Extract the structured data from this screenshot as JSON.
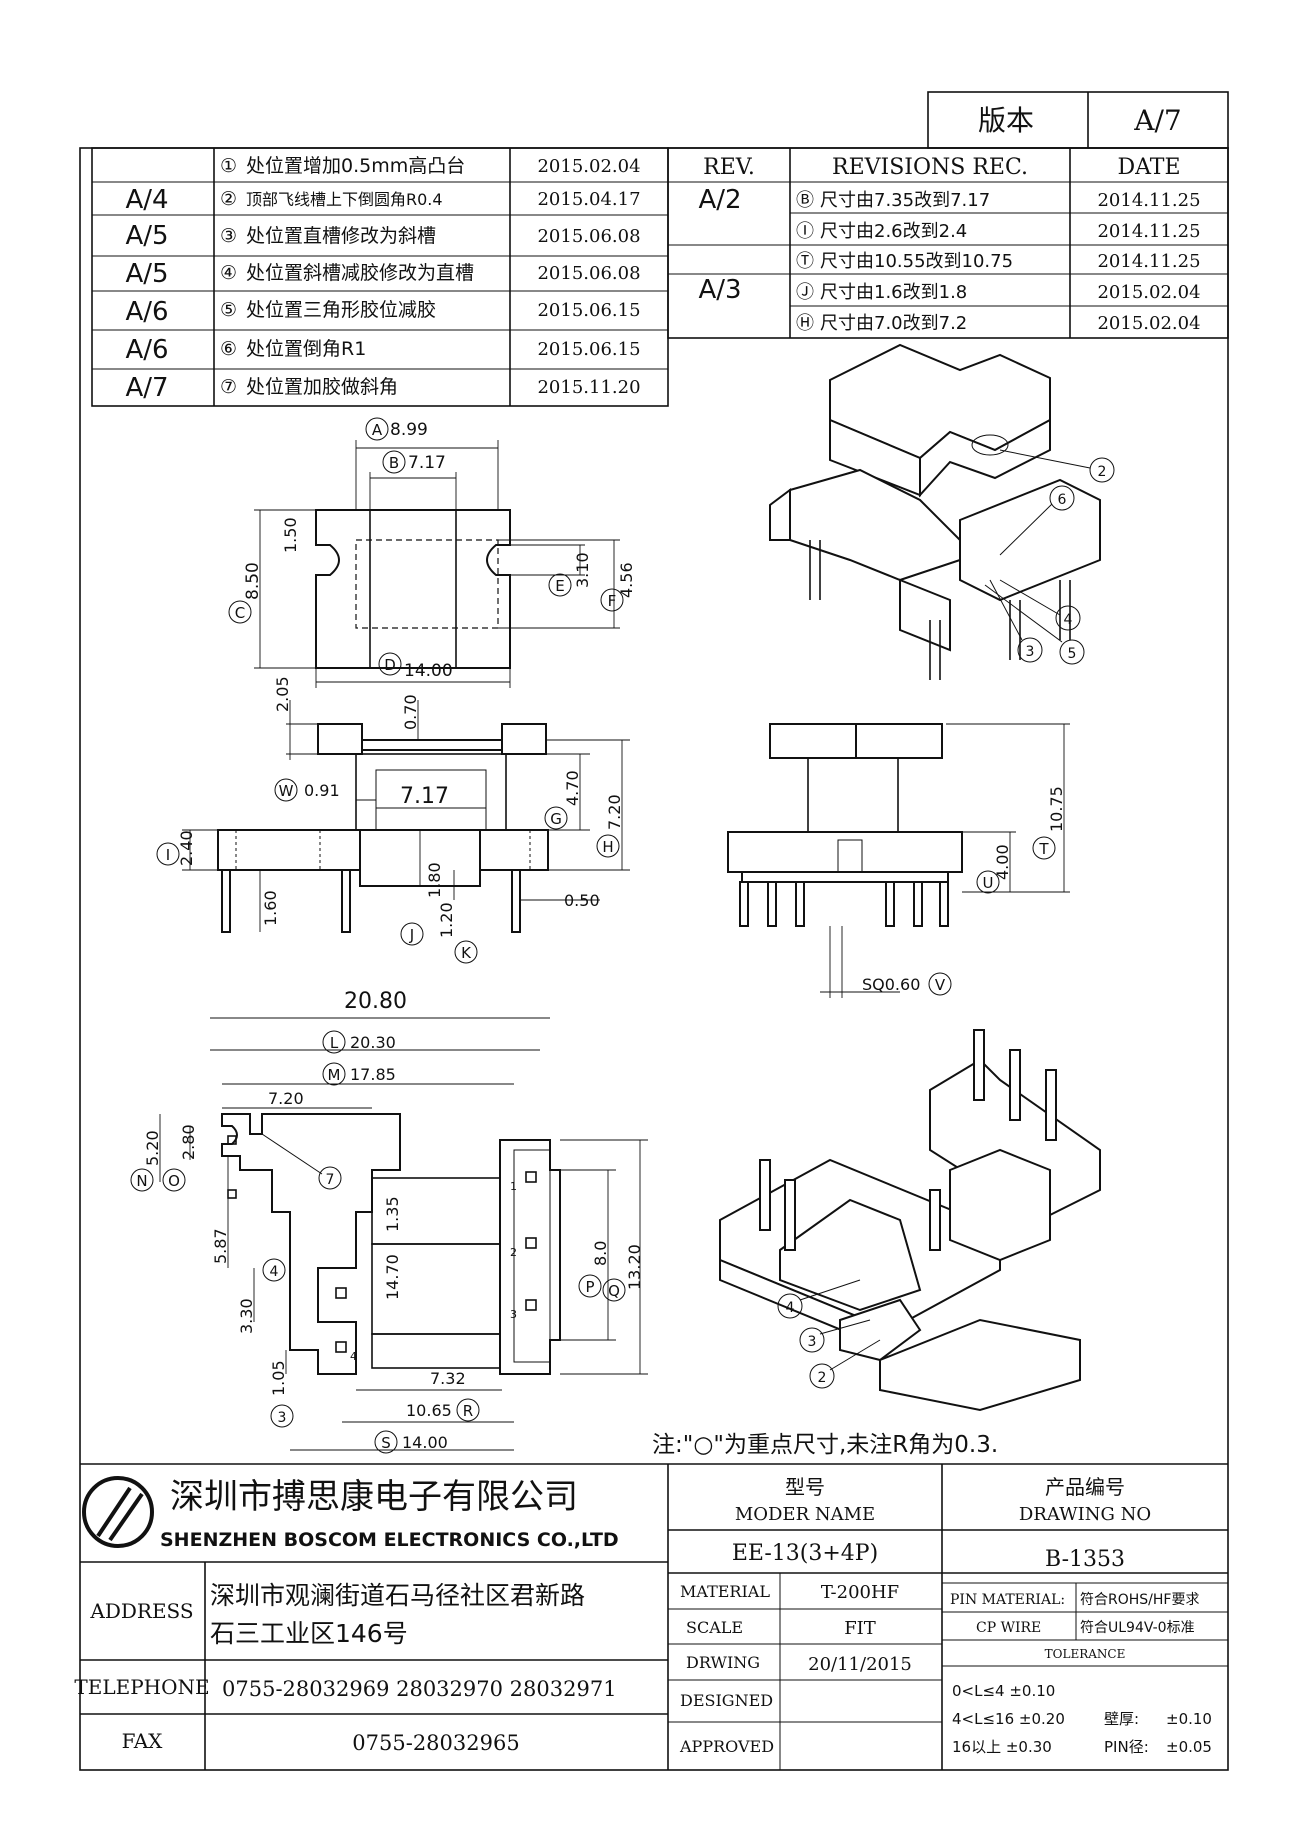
{
  "version_box": {
    "label": "版本",
    "value": "A/7"
  },
  "left_revisions": [
    {
      "rev": "",
      "mark": "①",
      "desc": "处位置增加0.5mm高凸台",
      "date": "2015.02.04"
    },
    {
      "rev": "A/4",
      "mark": "②",
      "desc": "顶部飞线槽上下倒圆角R0.4",
      "date": "2015.04.17"
    },
    {
      "rev": "A/5",
      "mark": "③",
      "desc": "处位置直槽修改为斜槽",
      "date": "2015.06.08"
    },
    {
      "rev": "A/5",
      "mark": "④",
      "desc": "处位置斜槽减胶修改为直槽",
      "date": "2015.06.08"
    },
    {
      "rev": "A/6",
      "mark": "⑤",
      "desc": "处位置三角形胶位减胶",
      "date": "2015.06.15"
    },
    {
      "rev": "A/6",
      "mark": "⑥",
      "desc": "处位置倒角R1",
      "date": "2015.06.15"
    },
    {
      "rev": "A/7",
      "mark": "⑦",
      "desc": "处位置加胶做斜角",
      "date": "2015.11.20"
    }
  ],
  "right_revisions": {
    "headers": {
      "rev": "REV.",
      "desc": "REVISIONS REC.",
      "date": "DATE"
    },
    "rows": [
      {
        "rev": "A/2",
        "mark": "Ⓑ",
        "desc": "尺寸由7.35改到7.17",
        "date": "2014.11.25"
      },
      {
        "rev": "",
        "mark": "Ⓘ",
        "desc": "尺寸由2.6改到2.4",
        "date": "2014.11.25"
      },
      {
        "rev": "",
        "mark": "Ⓣ",
        "desc": "尺寸由10.55改到10.75",
        "date": "2014.11.25"
      },
      {
        "rev": "A/3",
        "mark": "Ⓙ",
        "desc": "尺寸由1.6改到1.8",
        "date": "2015.02.04"
      },
      {
        "rev": "",
        "mark": "Ⓗ",
        "desc": "尺寸由7.0改到7.2",
        "date": "2015.02.04"
      }
    ]
  },
  "top_view": {
    "A": "8.99",
    "B": "7.17",
    "C": "8.50",
    "D": "14.00",
    "E": "3.10",
    "F": "4.56",
    "slot": "1.50"
  },
  "front_view": {
    "top": "2.05",
    "gap": "0.70",
    "W": "0.91",
    "win": "7.17",
    "G": "4.70",
    "H": "7.20",
    "I": "2.40",
    "J": "1.80",
    "K": "1.20",
    "pin_len": "1.60",
    "step": "0.50"
  },
  "side_view": {
    "T": "10.75",
    "U": "4.00",
    "V": "SQ0.60"
  },
  "bottom_view": {
    "overall": "20.80",
    "L": "20.30",
    "M": "17.85",
    "d720": "7.20",
    "N": "5.20",
    "O": "2.80",
    "d587": "5.87",
    "d135": "1.35",
    "d1470": "14.70",
    "P": "8.0",
    "Q": "13.20",
    "d330": "3.30",
    "d105": "1.05",
    "d732": "7.32",
    "R": "10.65",
    "S": "14.00",
    "pin1": "1",
    "pin2": "2",
    "pin3": "3",
    "pin4": "4"
  },
  "callouts": {
    "c2": "2",
    "c3": "3",
    "c4": "4",
    "c5": "5",
    "c6": "6",
    "c7": "7"
  },
  "note": "注:\"○\"为重点尺寸,未注R角为0.3.",
  "title_block": {
    "company_cn": "深圳市搏思康电子有限公司",
    "company_en": "SHENZHEN BOSCOM ELECTRONICS CO.,LTD",
    "address_label": "ADDRESS",
    "address_line1": "深圳市观澜街道石马径社区君新路",
    "address_line2": "石三工业区146号",
    "telephone_label": "TELEPHONE",
    "telephone": "0755-28032969 28032970 28032971",
    "fax_label": "FAX",
    "fax": "0755-28032965",
    "model_label_cn": "型号",
    "model_label_en": "MODER NAME",
    "model": "EE-13(3+4P)",
    "drawing_label_cn": "产品编号",
    "drawing_label_en": "DRAWING NO",
    "drawing_no": "B-1353",
    "material_label": "MATERIAL",
    "material": "T-200HF",
    "scale_label": "SCALE",
    "scale": "FIT",
    "drwing_label": "DRWING",
    "drwing": "20/11/2015",
    "designed_label": "DESIGNED",
    "approved_label": "APPROVED",
    "pin_material_label": "PIN MATERIAL:",
    "pin_material": "符合ROHS/HF要求",
    "cp_wire_label": "CP WIRE",
    "cp_wire": "符合UL94V-0标准",
    "tolerance_label": "TOLERANCE",
    "tol1": "0<L≤4  ±0.10",
    "tol2": "4<L≤16  ±0.20",
    "tol3": "16以上    ±0.30",
    "wall_label": "壁厚:",
    "wall": "±0.10",
    "pin_dia_label": "PIN径:",
    "pin_dia": "±0.05"
  }
}
